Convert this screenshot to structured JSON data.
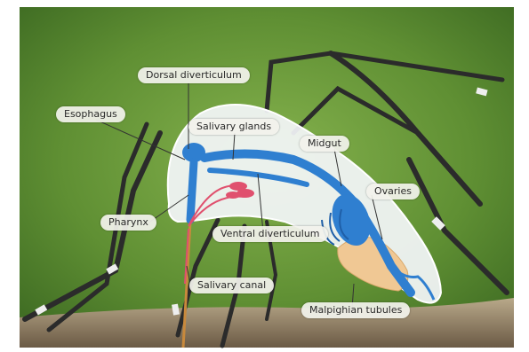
{
  "labels": {
    "dorsal_diverticulum": "Dorsal diverticulum",
    "esophagus": "Esophagus",
    "salivary_glands": "Salivary glands",
    "midgut": "Midgut",
    "ovaries": "Ovaries",
    "pharynx": "Pharynx",
    "ventral_diverticulum": "Ventral diverticulum",
    "salivary_canal": "Salivary canal",
    "malpighian_tubules": "Malpighian tubules"
  },
  "colors": {
    "background_green": "#6a9a3c",
    "organ_blue": "#2f7fd0",
    "salivary_red": "#e0506e",
    "ovary_tan": "#f0c894",
    "body_overlay": "#f4f6fa"
  }
}
